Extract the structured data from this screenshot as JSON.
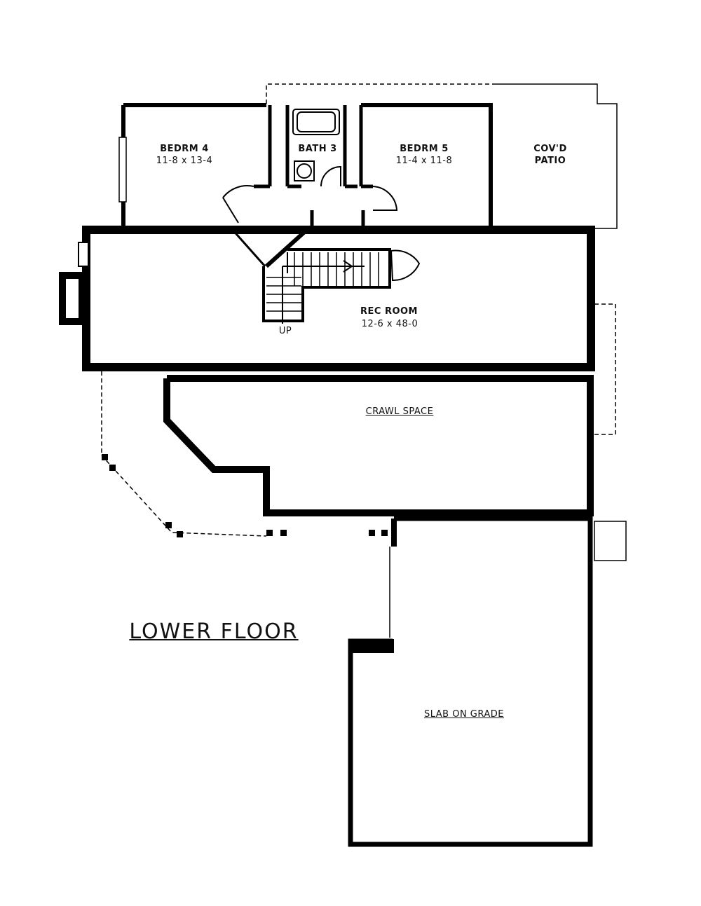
{
  "plan": {
    "title": "LOWER FLOOR",
    "rooms": [
      {
        "name": "BEDRM 4",
        "size": "11-8 x 13-4"
      },
      {
        "name": "BATH 3",
        "size": ""
      },
      {
        "name": "BEDRM 5",
        "size": "11-4 x 11-8"
      },
      {
        "name": "COV'D",
        "size": "PATIO"
      },
      {
        "name": "REC ROOM",
        "size": "12-6 x 48-0"
      }
    ],
    "stairs_label": "UP",
    "areas": {
      "crawl_space": "CRAWL SPACE",
      "slab": "SLAB ON GRADE"
    }
  }
}
